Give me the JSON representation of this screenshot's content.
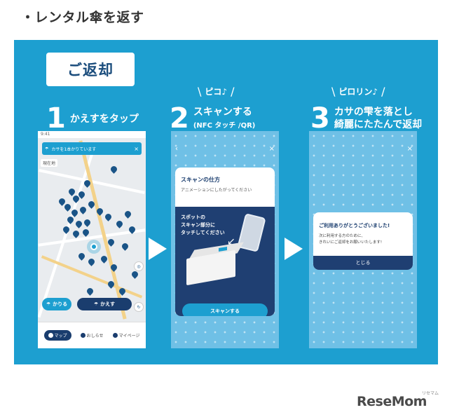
{
  "page_heading": "・レンタル傘を返す",
  "title": "ご返却",
  "steps": [
    {
      "number": "1",
      "text": "かえすをタップ"
    },
    {
      "number": "2",
      "text": "スキャンする",
      "sub": "(NFC タッチ /QR)",
      "sound": "ピコ♪"
    },
    {
      "number": "3",
      "text": "カサの雫を落とし",
      "text2": "綺麗にたたんで返却",
      "sound": "ピロリン♪"
    }
  ],
  "phone1": {
    "status_time": "9:41",
    "banner_text": "カサを1本かりています",
    "map_ctrl": "現在地",
    "borrow_label": "かりる",
    "return_label": "かえす",
    "tabs": [
      "マップ",
      "おしらせ",
      "マイページ"
    ]
  },
  "phone2": {
    "back": "‹",
    "close": "×",
    "card_title": "スキャンの仕方",
    "card_sub": "アニメーションにしたがってください",
    "illus_lines": [
      "スポットの",
      "スキャン部分に",
      "タッチしてください"
    ],
    "scan_button": "スキャンする"
  },
  "phone3": {
    "close": "×",
    "thanks": "ご利用ありがとうございました!",
    "body_lines": [
      "次に利用する方のために、",
      "きれいにご返却をお願いいたします!"
    ],
    "close_button": "とじる"
  },
  "logo": "ReseMom",
  "logo_small": "リセマム",
  "colors": {
    "panel": "#1d9fd0",
    "navy": "#1a3d6e",
    "pin": "#1a5487"
  }
}
